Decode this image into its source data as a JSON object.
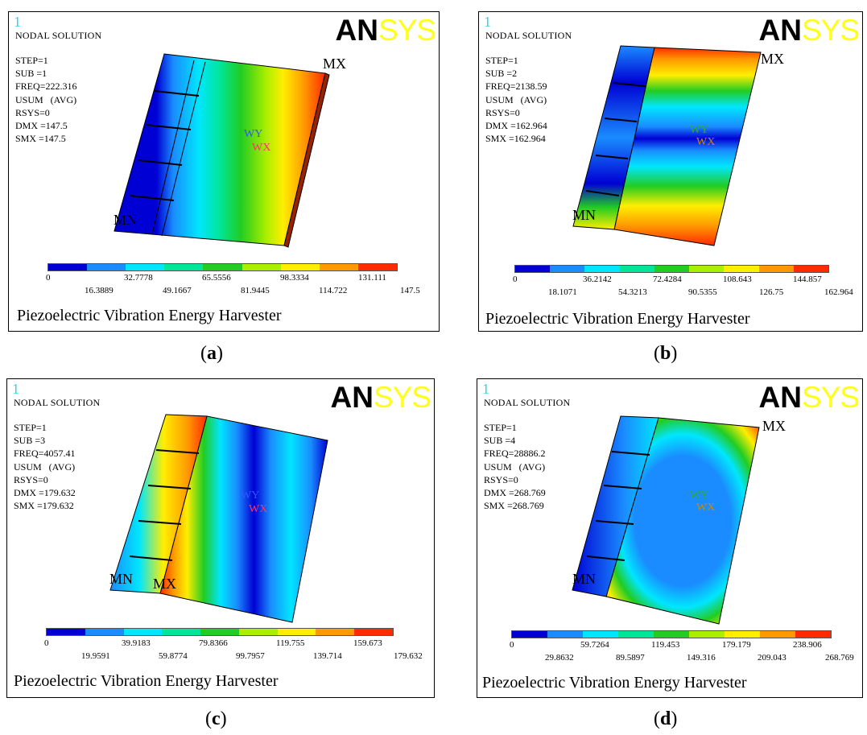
{
  "colors": {
    "scale": [
      "#0000d4",
      "#1a8cff",
      "#00e6ff",
      "#00e699",
      "#22cc22",
      "#aaee00",
      "#ffee00",
      "#ff9900",
      "#ff2a00"
    ],
    "logo_an": "#000000",
    "logo_sys": "#ffff1a",
    "panel_num": "#2fd6e6"
  },
  "panels": [
    {
      "num": "1",
      "title": "NODAL SOLUTION",
      "info": "STEP=1\nSUB =1\nFREQ=222.316\nUSUM   (AVG)\nRSYS=0\nDMX =147.5\nSMX =147.5",
      "logo_an": "AN",
      "logo_sys": "SYS",
      "ticks_top": [
        "0",
        "32.7778",
        "65.5556",
        "98.3334",
        "131.111"
      ],
      "ticks_bottom": [
        "16.3889",
        "49.1667",
        "81.9445",
        "114.722",
        "147.5"
      ],
      "footer": "Piezoelectric Vibration Energy Harvester",
      "mx": "MX",
      "mn": "MN",
      "triad_y": "WY",
      "triad_x": "WX",
      "caption": "a"
    },
    {
      "num": "1",
      "title": "NODAL SOLUTION",
      "info": "STEP=1\nSUB =2\nFREQ=2138.59\nUSUM   (AVG)\nRSYS=0\nDMX =162.964\nSMX =162.964",
      "logo_an": "AN",
      "logo_sys": "SYS",
      "ticks_top": [
        "0",
        "36.2142",
        "72.4284",
        "108.643",
        "144.857"
      ],
      "ticks_bottom": [
        "18.1071",
        "54.3213",
        "90.5355",
        "126.75",
        "162.964"
      ],
      "footer": "Piezoelectric Vibration Energy Harvester",
      "mx": "MX",
      "mn": "MN",
      "triad_y": "WY",
      "triad_x": "WX",
      "caption": "b"
    },
    {
      "num": "1",
      "title": "NODAL SOLUTION",
      "info": "STEP=1\nSUB =3\nFREQ=4057.41\nUSUM   (AVG)\nRSYS=0\nDMX =179.632\nSMX =179.632",
      "logo_an": "AN",
      "logo_sys": "SYS",
      "ticks_top": [
        "0",
        "39.9183",
        "79.8366",
        "119.755",
        "159.673"
      ],
      "ticks_bottom": [
        "19.9591",
        "59.8774",
        "99.7957",
        "139.714",
        "179.632"
      ],
      "footer": "Piezoelectric Vibration Energy Harvester",
      "mx": "MX",
      "mn": "MN",
      "triad_y": "WY",
      "triad_x": "WX",
      "caption": "c"
    },
    {
      "num": "1",
      "title": "NODAL SOLUTION",
      "info": "STEP=1\nSUB =4\nFREQ=28886.2\nUSUM   (AVG)\nRSYS=0\nDMX =268.769\nSMX =268.769",
      "logo_an": "AN",
      "logo_sys": "SYS",
      "ticks_top": [
        "0",
        "59.7264",
        "119.453",
        "179.179",
        "238.906"
      ],
      "ticks_bottom": [
        "29.8632",
        "89.5897",
        "149.316",
        "209.043",
        "268.769"
      ],
      "footer": "Piezoelectric Vibration Energy Harvester",
      "mx": "MX",
      "mn": "MN",
      "triad_y": "WY",
      "triad_x": "WX",
      "caption": "d"
    }
  ]
}
